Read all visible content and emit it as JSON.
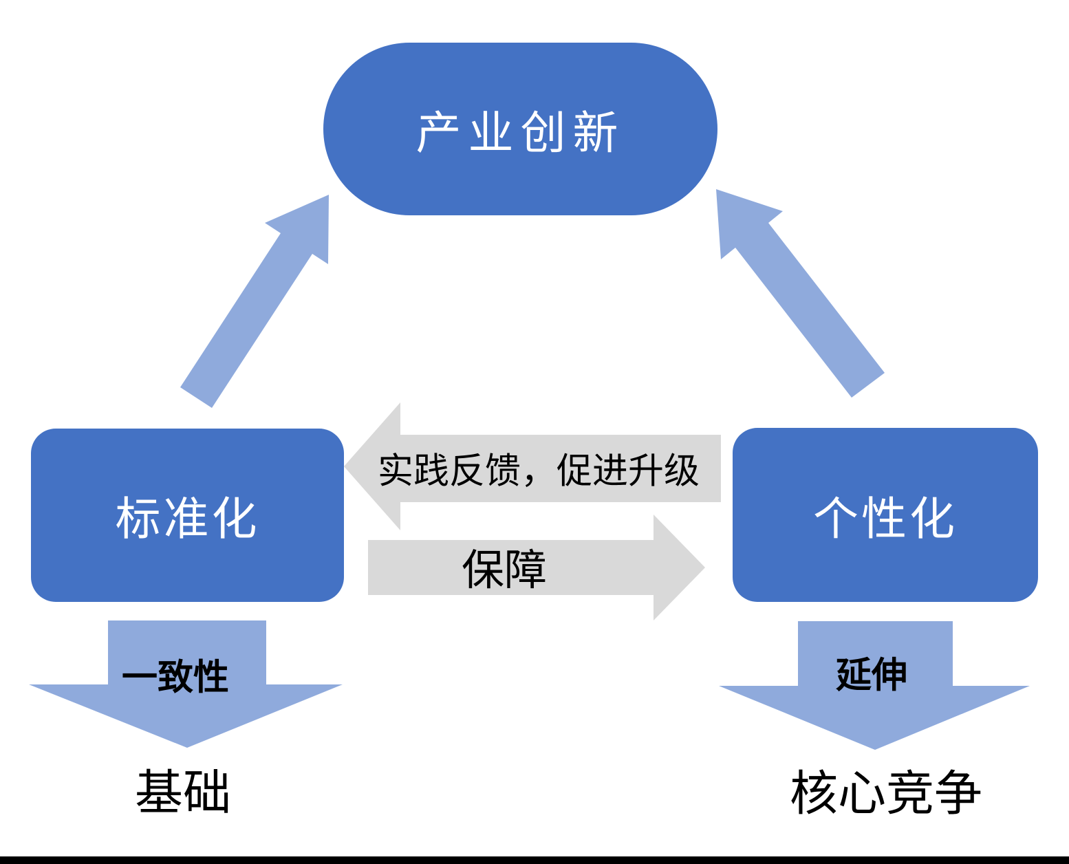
{
  "diagram": {
    "nodes": {
      "top": {
        "label": "产业创新"
      },
      "left": {
        "label": "标准化"
      },
      "right": {
        "label": "个性化"
      }
    },
    "arrows": {
      "feedback": {
        "label": "实践反馈，促进升级",
        "direction": "right-to-left",
        "color": "#D9D9D9"
      },
      "guarantee": {
        "label": "保障",
        "direction": "left-to-right",
        "color": "#D9D9D9"
      },
      "consistency": {
        "label": "一致性",
        "direction": "down",
        "color": "#8FAADC"
      },
      "extension": {
        "label": "延伸",
        "direction": "down",
        "color": "#8FAADC"
      },
      "up_left": {
        "label": "",
        "direction": "up-right",
        "color": "#8FAADC"
      },
      "up_right": {
        "label": "",
        "direction": "up-left",
        "color": "#8FAADC"
      }
    },
    "outcomes": {
      "foundation": {
        "label": "基础"
      },
      "core_competition": {
        "label": "核心竞争"
      }
    },
    "colors": {
      "node_blue": "#4472C4",
      "arrow_light_blue": "#8FAADC",
      "arrow_gray": "#D9D9D9",
      "node_text": "#FFFFFF",
      "arrow_text": "#000000",
      "bottom_bar": "#000000",
      "background": "#FFFFFF"
    }
  }
}
